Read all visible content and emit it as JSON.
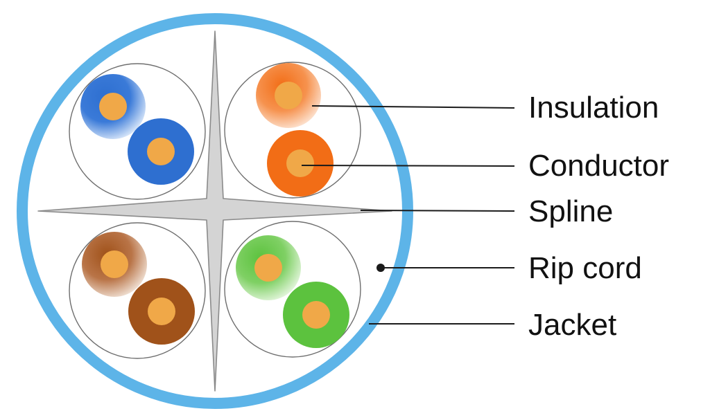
{
  "labels": {
    "insulation": "Insulation",
    "conductor": "Conductor",
    "spline": "Spline",
    "rip_cord": "Rip cord",
    "jacket": "Jacket"
  },
  "colors": {
    "jacket": "#5db4e8",
    "spline": "#d4d4d4",
    "conductor": "#f0a848",
    "blue_pair": "#2e6fd0",
    "orange_pair": "#f26d16",
    "brown_pair": "#a0521a",
    "green_pair": "#5cc23e",
    "leader_lines": "#1a1a1a"
  }
}
